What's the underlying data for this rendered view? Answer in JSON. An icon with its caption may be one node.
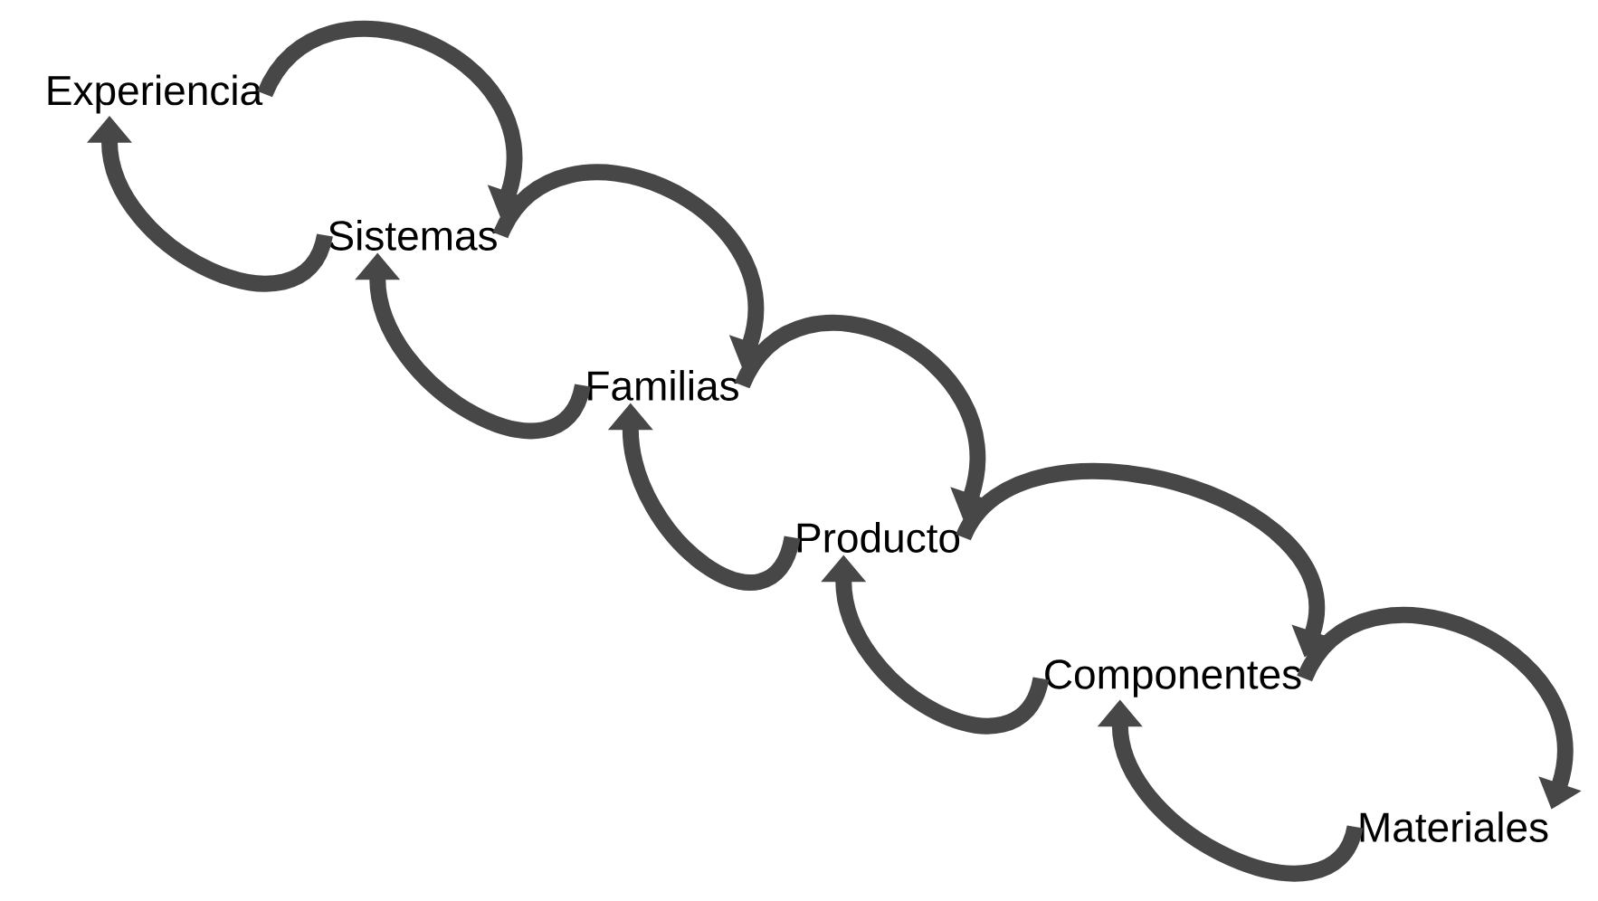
{
  "diagram": {
    "nodes": [
      {
        "text": [
          "Experiencia"
        ]
      },
      {
        "text": [
          "Sistemas"
        ]
      },
      {
        "text": [
          "Familias"
        ]
      },
      {
        "text": [
          "Producto"
        ]
      },
      {
        "text": [
          "Componentes"
        ]
      },
      {
        "text": [
          "Materiales"
        ]
      }
    ],
    "edges": [
      {
        "from": 0,
        "to": 1,
        "arrow": "to"
      },
      {
        "from": 1,
        "to": 0,
        "arrow": "to"
      },
      {
        "from": 1,
        "to": 2,
        "arrow": "to"
      },
      {
        "from": 2,
        "to": 1,
        "arrow": "to"
      },
      {
        "from": 2,
        "to": 3,
        "arrow": "to"
      },
      {
        "from": 3,
        "to": 2,
        "arrow": "to"
      },
      {
        "from": 3,
        "to": 4,
        "arrow": "to"
      },
      {
        "from": 4,
        "to": 3,
        "arrow": "to"
      },
      {
        "from": 4,
        "to": 5,
        "arrow": "to"
      },
      {
        "from": 5,
        "to": 4,
        "arrow": "to"
      }
    ]
  }
}
